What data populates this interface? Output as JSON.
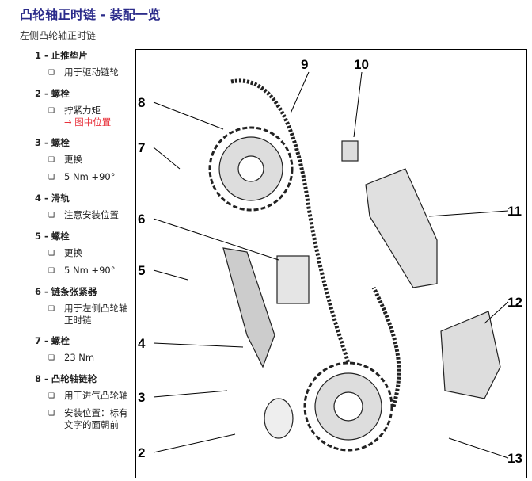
{
  "title": "凸轮轴正时链 - 装配一览",
  "subtitle": "左侧凸轮轴正时链",
  "items": [
    {
      "head": "1 - 止推垫片",
      "bullets": [
        "用于驱动链轮"
      ]
    },
    {
      "head": "2 - 螺栓",
      "bullets": [
        "拧紧力矩"
      ],
      "link": "→ 图中位置"
    },
    {
      "head": "3 - 螺栓",
      "bullets": [
        "更换",
        "5 Nm +90°"
      ]
    },
    {
      "head": "4 - 滑轨",
      "bullets": [
        "注意安装位置"
      ]
    },
    {
      "head": "5 - 螺栓",
      "bullets": [
        "更换",
        "5 Nm +90°"
      ]
    },
    {
      "head": "6 - 链条张紧器",
      "bullets": [
        "用于左侧凸轮轴正时链"
      ]
    },
    {
      "head": "7 - 螺栓",
      "bullets": [
        "23 Nm"
      ]
    },
    {
      "head": "8 - 凸轮轴链轮",
      "bullets": [
        "用于进气凸轮轴",
        "安装位置：标有文字的面朝前"
      ]
    }
  ],
  "bullet_icon": "❑",
  "callouts": [
    "8",
    "7",
    "6",
    "5",
    "4",
    "3",
    "2",
    "9",
    "10",
    "11",
    "12",
    "13"
  ]
}
